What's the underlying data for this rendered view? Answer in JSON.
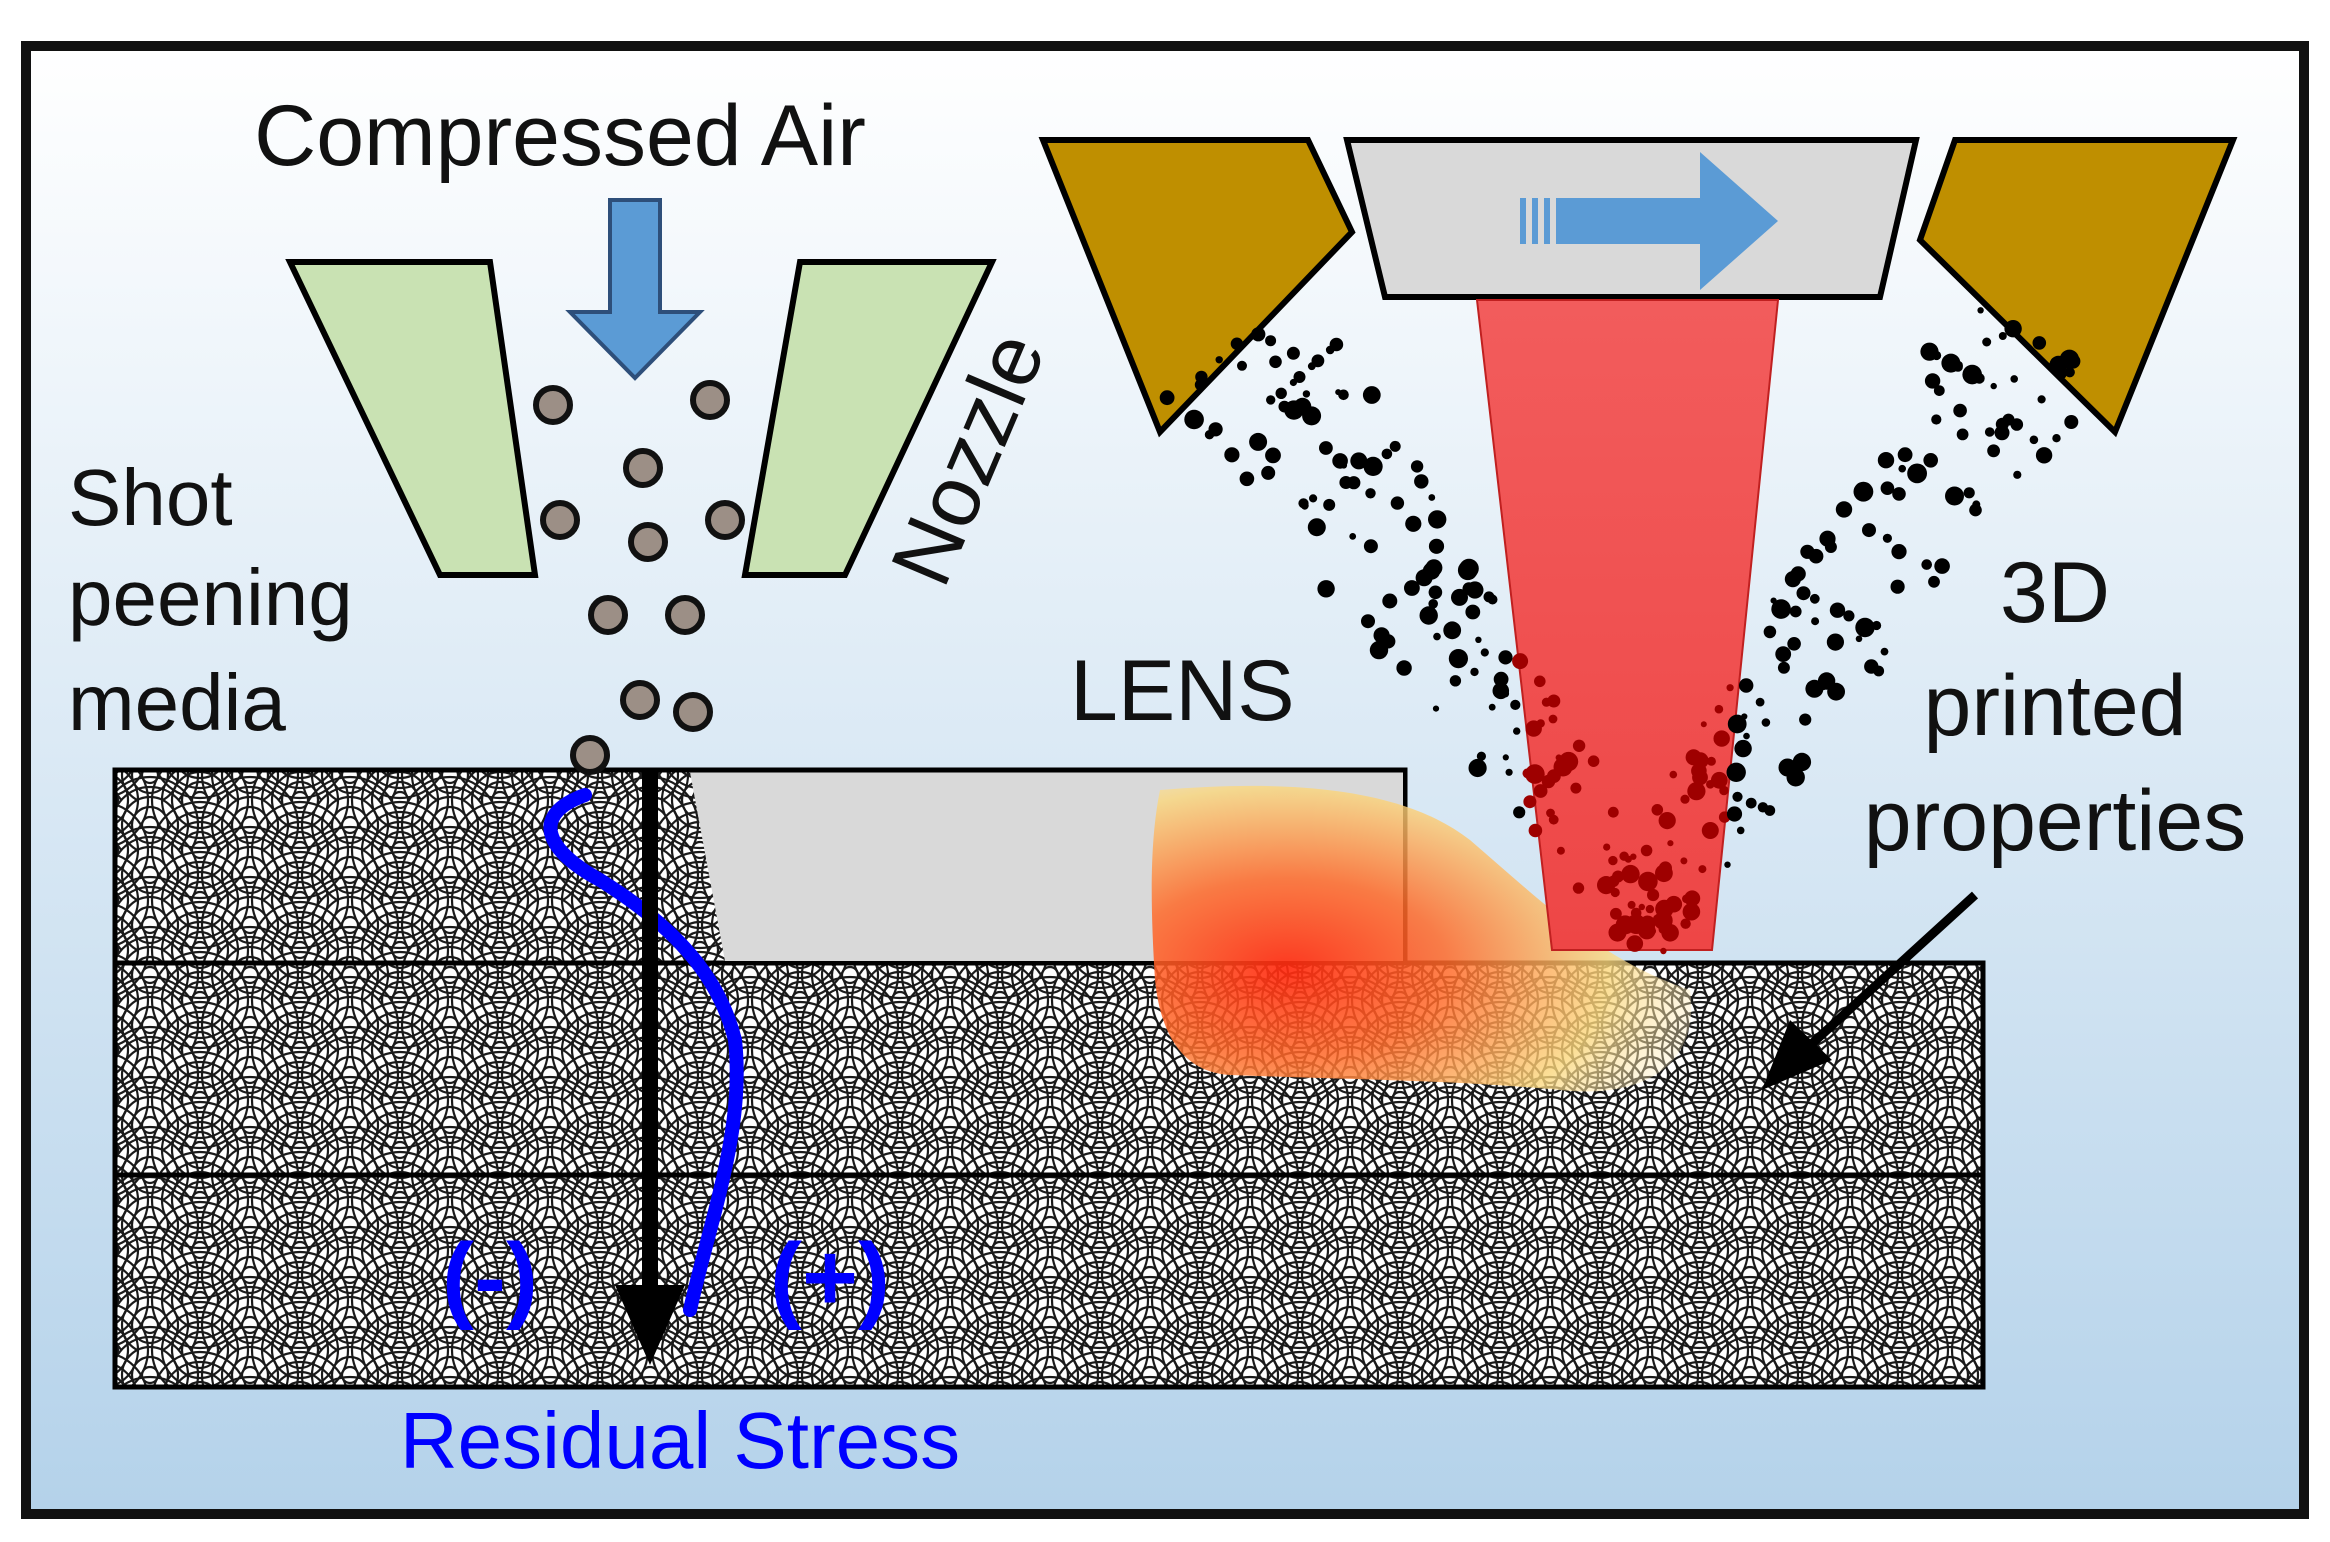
{
  "labels": {
    "compressed_air": "Compressed Air",
    "nozzle": "Nozzle",
    "shot_line1": "Shot",
    "shot_line2": "peening",
    "shot_line3": "media",
    "lens": "LENS",
    "printed_line1": "3D",
    "printed_line2": "printed",
    "printed_line3": "properties",
    "minus": "(-)",
    "plus": "(+)",
    "residual_stress": "Residual Stress"
  },
  "colors": {
    "background_top": "#ffffff",
    "background_bottom": "#b4d2ea",
    "nozzle_fill": "#c9e2b3",
    "deposition_head": "#bf8f00",
    "lens_housing": "#d9d9d9",
    "arrow_blue": "#5b9bd5",
    "laser_red": "#ef5a5a",
    "stress_blue": "#0000ff",
    "melt_pool_hot": "#ff3a1a",
    "melt_pool_warm": "#fbd77c"
  }
}
